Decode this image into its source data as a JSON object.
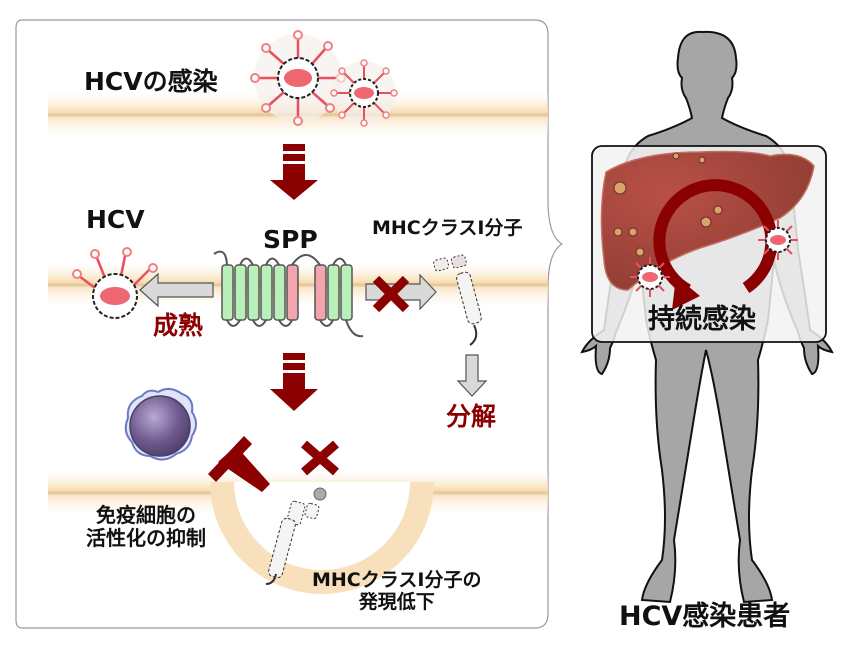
{
  "left_panel": {
    "infection_label": "HCVの感染",
    "hcv_label": "HCV",
    "spp_label": "SPP",
    "mhc_label": "MHCクラスI分子",
    "maturation_label": "成熟",
    "degradation_label": "分解",
    "immune_suppression_label": [
      "免疫細胞の",
      "活性化の抑制"
    ],
    "mhc_expression_label": [
      "MHCクラスI分子の",
      "発現低下"
    ]
  },
  "right_panel": {
    "persistent_infection_label": "持続感染",
    "patient_label": "HCV感染患者"
  },
  "colors": {
    "dark_red": "#8b0000",
    "membrane": "#f7e2c0",
    "spp_green": "#b9f0b9",
    "spp_pink": "#f3a5ae",
    "gray_arrow": "#d9d9d9",
    "body_gray": "#a6a6a6",
    "liver": "#9b3f35",
    "immune_cell": "#6e5a8e"
  }
}
